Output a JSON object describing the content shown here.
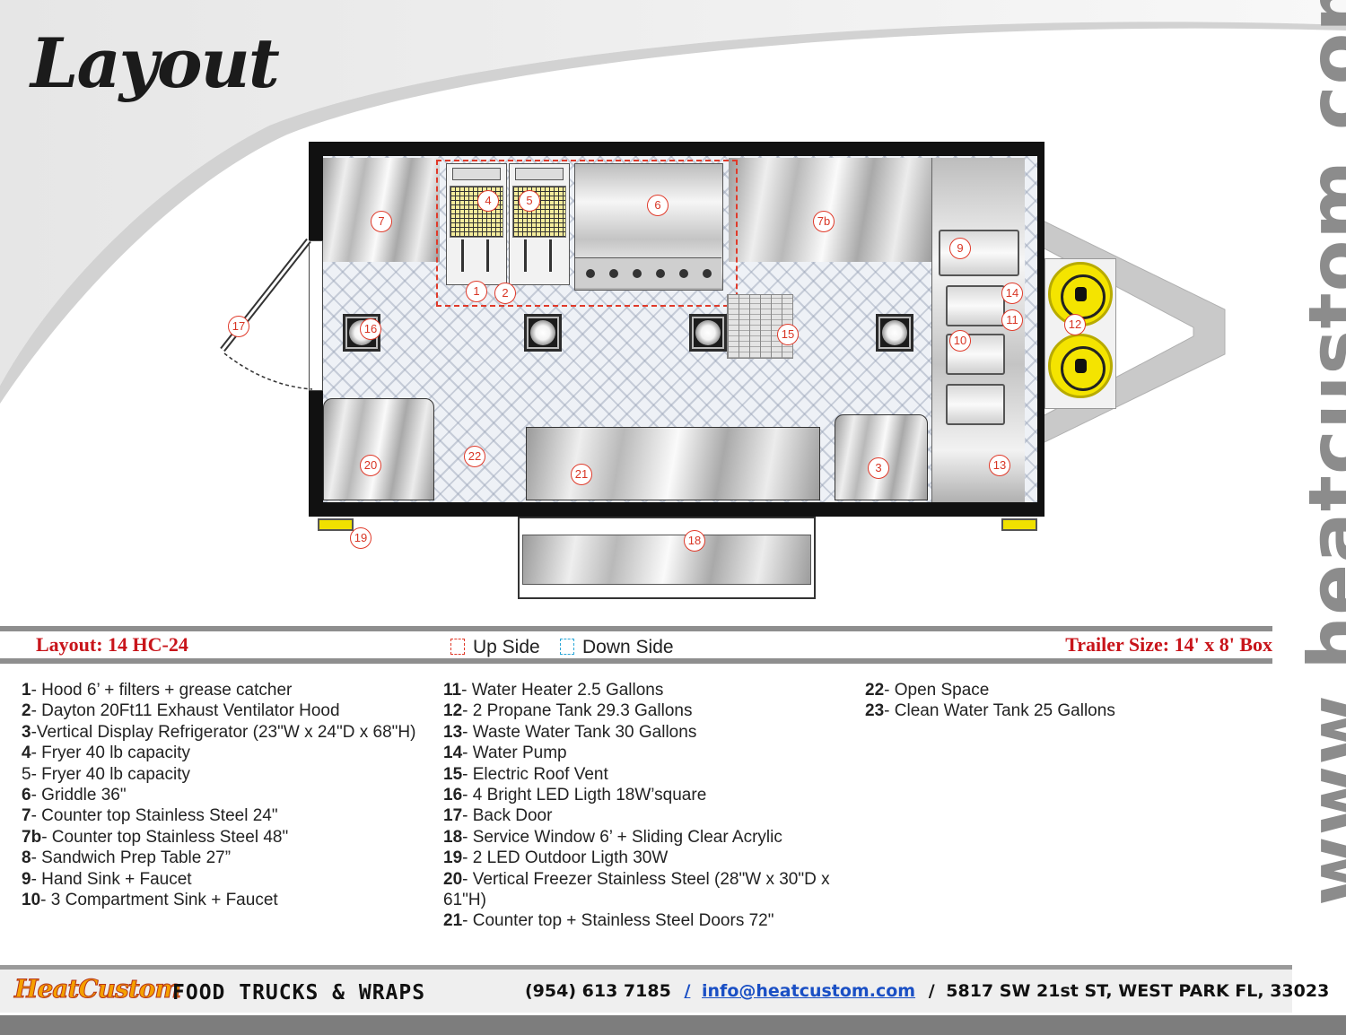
{
  "title": "Layout",
  "watermark": "www.heatcustom.com",
  "layout_name": "Layout: 14 HC-24",
  "trailer_size": "Trailer Size: 14' x 8' Box",
  "key": {
    "up_side": "Up Side",
    "down_side": "Down Side"
  },
  "callouts": [
    "1",
    "2",
    "3",
    "4",
    "5",
    "6",
    "7",
    "7b",
    "9",
    "10",
    "11",
    "12",
    "13",
    "14",
    "15",
    "16",
    "17",
    "18",
    "19",
    "20",
    "21",
    "22"
  ],
  "legend": {
    "col1": [
      {
        "num": "1",
        "text": "- Hood 6’ + filters + grease catcher"
      },
      {
        "num": "2",
        "text": "- Dayton 20Ft11 Exhaust Ventilator Hood"
      },
      {
        "num": "3",
        "text": "-Vertical Display Refrigerator (23\"W x 24\"D x 68\"H)"
      },
      {
        "num": "4",
        "text": "- Fryer 40 lb capacity"
      },
      {
        "num": "5",
        "text": "- Fryer 40 lb capacity"
      },
      {
        "num": "6",
        "text": "- Griddle 36\""
      },
      {
        "num": "7",
        "text": "- Counter top Stainless Steel 24\""
      },
      {
        "num": "7b",
        "text": "- Counter top Stainless Steel 48\""
      },
      {
        "num": "8",
        "text": "- Sandwich Prep Table 27”"
      },
      {
        "num": "9",
        "text": "- Hand Sink + Faucet"
      },
      {
        "num": "10",
        "text": "-  3 Compartment Sink + Faucet"
      }
    ],
    "col2": [
      {
        "num": "11",
        "text": "- Water Heater 2.5 Gallons"
      },
      {
        "num": "12",
        "text": "- 2 Propane Tank 29.3 Gallons"
      },
      {
        "num": "13",
        "text": "- Waste Water Tank 30 Gallons"
      },
      {
        "num": "14",
        "text": "- Water Pump"
      },
      {
        "num": "15",
        "text": "- Electric Roof Vent"
      },
      {
        "num": "16",
        "text": "- 4 Bright LED Ligth 18W’square"
      },
      {
        "num": "17",
        "text": "- Back Door"
      },
      {
        "num": "18",
        "text": "- Service Window 6’ + Sliding Clear Acrylic"
      },
      {
        "num": "19",
        "text": "- 2 LED Outdoor Ligth 30W"
      },
      {
        "num": "20",
        "text": "- Vertical Freezer Stainless Steel (28\"W x 30\"D x 61\"H)"
      },
      {
        "num": "21",
        "text": "- Counter top + Stainless Steel Doors 72\""
      }
    ],
    "col3": [
      {
        "num": "22",
        "text": "- Open Space"
      },
      {
        "num": "23",
        "text": "- Clean Water Tank 25 Gallons"
      }
    ]
  },
  "footer": {
    "logo": "HeatCustom",
    "tagline": "FOOD TRUCKS & WRAPS",
    "phone": "(954) 613 7185",
    "sep1": "/",
    "email": "info@heatcustom.com",
    "sep2": "/",
    "address": "5817 SW 21st ST, WEST PARK FL, 33023"
  },
  "colors": {
    "callout_red": "#d83524",
    "up_side": "#e03a2a",
    "down_side": "#2aa7d8",
    "propane_yellow": "#f4e400",
    "layout_red": "#c8151b"
  }
}
